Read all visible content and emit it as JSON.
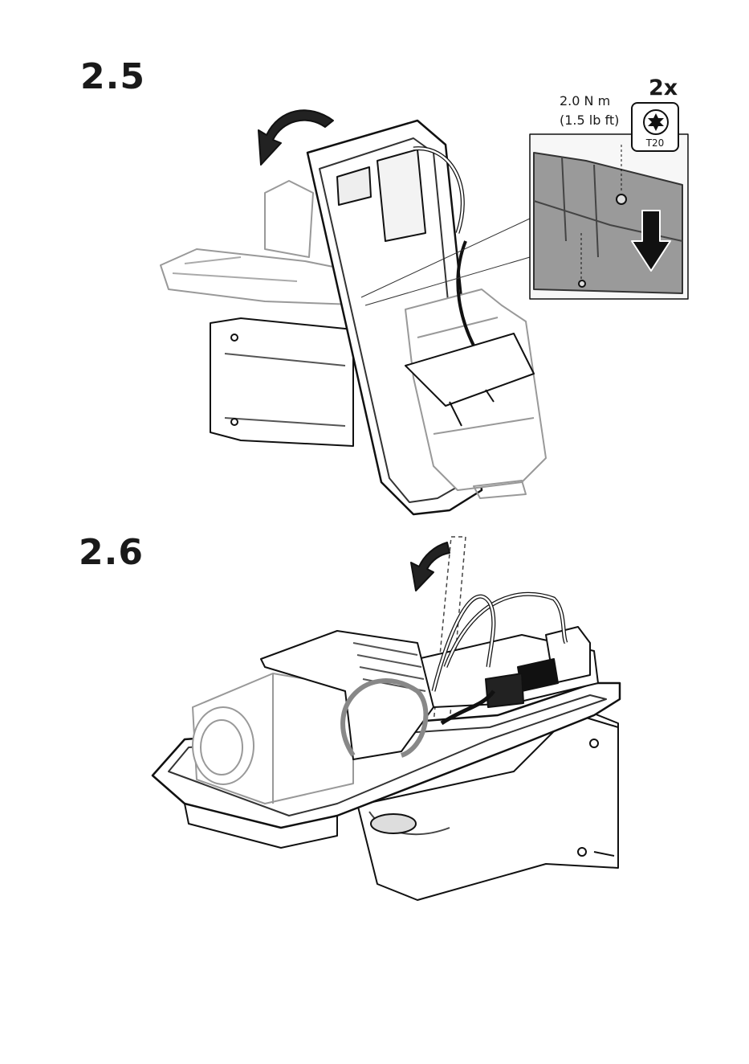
{
  "steps": [
    {
      "number": "2.5"
    },
    {
      "number": "2.6"
    }
  ],
  "callout": {
    "torque_metric": "2.0 N m",
    "torque_imperial": "(1.5 lb ft)",
    "quantity": "2x",
    "tool": "T20",
    "tool_icon": "torx-bit-icon"
  }
}
